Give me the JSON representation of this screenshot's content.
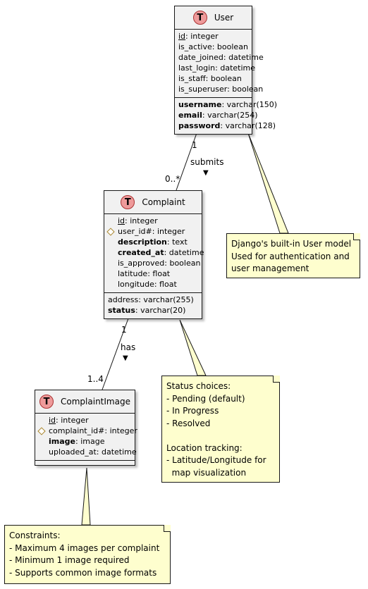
{
  "entities": {
    "user": {
      "name": "User",
      "icon": "T",
      "fields": [
        {
          "name": "id",
          "type": ": integer"
        },
        {
          "name": "is_active",
          "type": ": boolean"
        },
        {
          "name": "date_joined",
          "type": ": datetime"
        },
        {
          "name": "last_login",
          "type": ": datetime"
        },
        {
          "name": "is_staff",
          "type": ": boolean"
        },
        {
          "name": "is_superuser",
          "type": ": boolean"
        }
      ],
      "attrs": [
        {
          "name": "username",
          "type": ": varchar(150)"
        },
        {
          "name": "email",
          "type": ": varchar(254)"
        },
        {
          "name": "password",
          "type": ": varchar(128)"
        }
      ]
    },
    "complaint": {
      "name": "Complaint",
      "icon": "T",
      "fields": [
        {
          "name": "id",
          "type": ": integer"
        },
        {
          "name": "user_id#",
          "type": ": integer"
        },
        {
          "name": "description",
          "type": ": text"
        },
        {
          "name": "created_at",
          "type": ": datetime"
        },
        {
          "name": "is_approved",
          "type": ": boolean"
        },
        {
          "name": "latitude",
          "type": ": float"
        },
        {
          "name": "longitude",
          "type": ": float"
        }
      ],
      "attrs": [
        {
          "name": "address",
          "type": ": varchar(255)"
        },
        {
          "name": "status",
          "type": ": varchar(20)"
        }
      ]
    },
    "image": {
      "name": "ComplaintImage",
      "icon": "T",
      "fields": [
        {
          "name": "id",
          "type": ": integer"
        },
        {
          "name": "complaint_id#",
          "type": ": integer"
        },
        {
          "name": "image",
          "type": ": image"
        },
        {
          "name": "uploaded_at",
          "type": ": datetime"
        }
      ]
    }
  },
  "relations": {
    "submits": {
      "label": "submits",
      "arrow": "▼",
      "from_mult": "1",
      "to_mult": "0..*"
    },
    "has": {
      "label": "has",
      "arrow": "▼",
      "from_mult": "1",
      "to_mult": "1..4"
    }
  },
  "notes": {
    "user_note": [
      "Django's built-in User model",
      "Used for authentication and",
      "user management"
    ],
    "complaint_note": [
      "Status choices:",
      "- Pending (default)",
      "- In Progress",
      "- Resolved",
      "",
      "Location tracking:",
      "- Latitude/Longitude for",
      "  map visualization"
    ],
    "image_note": [
      "Constraints:",
      "- Maximum 4 images per complaint",
      "- Minimum 1 image required",
      "- Supports common image formats"
    ]
  },
  "colors": {
    "entity_bg": "#f1f1f1",
    "badge": "#ee9a9a",
    "note_bg": "#fefece",
    "line": "#181818",
    "fk_diamond": "#a8842c"
  }
}
